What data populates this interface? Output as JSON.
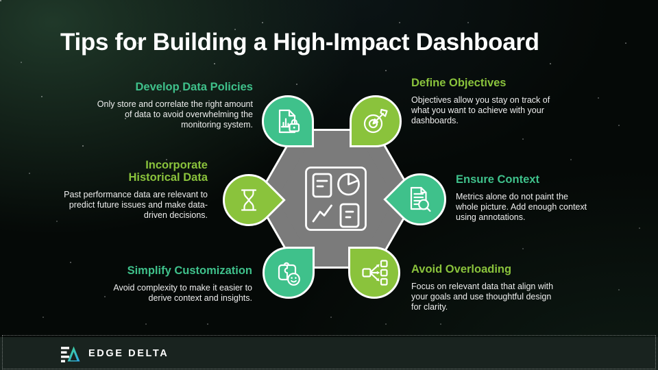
{
  "title": "Tips for Building a High-Impact Dashboard",
  "colors": {
    "teal": "#3fc18b",
    "lime": "#8ac33c",
    "hexagon_gray": "#7b7b7b",
    "background": "#050907",
    "footer_bg": "#19231f",
    "body_text": "#efefef",
    "logo_gradient_start": "#45d98c",
    "logo_gradient_end": "#2ba6e8"
  },
  "center": {
    "icon": "dashboard-panels-icon"
  },
  "tips": [
    {
      "position": "top-left",
      "heading": "Develop Data Policies",
      "body": "Only store and correlate the right amount of data to avoid overwhelming the monitoring system.",
      "color": "teal",
      "icon": "document-barchart-lock-icon"
    },
    {
      "position": "top-right",
      "heading": "Define Objectives",
      "body": "Objectives allow you stay on track of what you want to achieve with your dashboards.",
      "color": "lime",
      "icon": "target-arrow-icon"
    },
    {
      "position": "middle-left",
      "heading": "Incorporate Historical Data",
      "body": "Past performance data are relevant to predict future issues and make data-driven decisions.",
      "color": "lime",
      "icon": "hourglass-icon"
    },
    {
      "position": "middle-right",
      "heading": "Ensure Context",
      "body": "Metrics alone do not paint the whole picture. Add enough context using annotations.",
      "color": "teal",
      "icon": "document-magnifier-icon"
    },
    {
      "position": "bottom-left",
      "heading": "Simplify Customization",
      "body": "Avoid complexity to make it easier to derive context and insights.",
      "color": "teal",
      "icon": "puzzle-smiley-icon"
    },
    {
      "position": "bottom-right",
      "heading": "Avoid Overloading",
      "body": "Focus on relevant data that align with your goals and use thoughtful design for clarity.",
      "color": "lime",
      "icon": "flow-distribution-icon"
    }
  ],
  "footer": {
    "brand": "EDGE DELTA",
    "logo_icon": "edge-delta-logo"
  }
}
